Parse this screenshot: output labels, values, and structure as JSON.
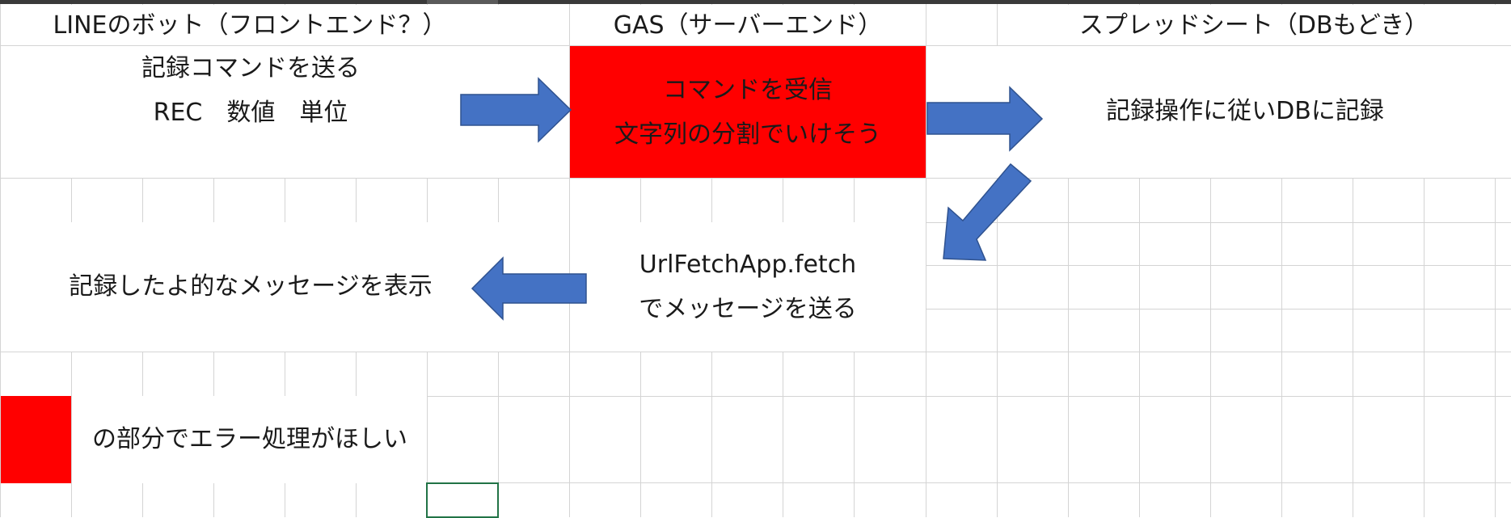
{
  "headers": {
    "line_bot": "LINEのボット（フロントエンド？）",
    "gas": "GAS（サーバーエンド）",
    "sheet": "スプレッドシート（DBもどき）"
  },
  "steps": {
    "send_command": {
      "line1": "記録コマンドを送る",
      "line2": "REC　数値　単位"
    },
    "receive_command": {
      "line1": "コマンドを受信",
      "line2": "文字列の分割でいけそう"
    },
    "record_db": {
      "line1": "記録操作に従いDBに記録"
    },
    "fetch": {
      "line1": "UrlFetchApp.fetch",
      "line2": "でメッセージを送る"
    },
    "display_message": {
      "line1": "記録したよ的なメッセージを表示"
    }
  },
  "legend": {
    "text": "の部分でエラー処理がほしい"
  },
  "colors": {
    "red_highlight": "#ff0000",
    "arrow_blue": "#4472c4",
    "gridline": "#d4d4d4",
    "selection": "#217346"
  }
}
